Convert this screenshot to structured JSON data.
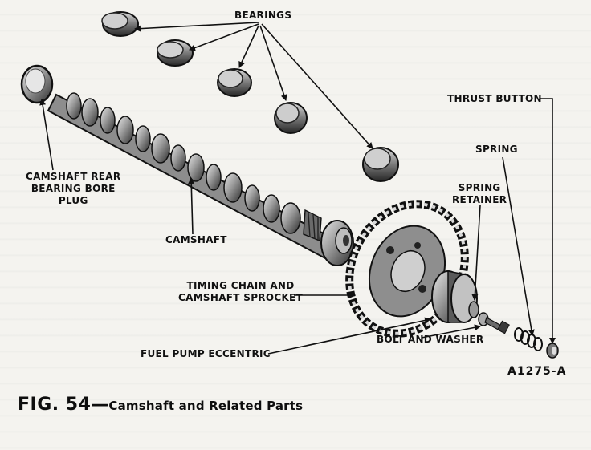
{
  "labels": {
    "bearings": "BEARINGS",
    "thrust_button": "THRUST BUTTON",
    "spring": "SPRING",
    "spring_retainer": [
      "SPRING",
      "RETAINER"
    ],
    "camshaft_rear_plug": [
      "CAMSHAFT REAR",
      "BEARING BORE",
      "PLUG"
    ],
    "camshaft": "CAMSHAFT",
    "timing_chain": [
      "TIMING CHAIN AND",
      "CAMSHAFT SPROCKET"
    ],
    "fuel_pump_eccentric": "FUEL PUMP ECCENTRIC",
    "bolt_and_washer": "BOLT AND WASHER"
  },
  "reference_code": "A1275-A",
  "caption": {
    "figure": "FIG. 54",
    "dash": "—",
    "title": "Camshaft and Related Parts"
  },
  "colors": {
    "ink": "#111111",
    "paper": "#f4f3ef",
    "metal_light": "#bdbdbd",
    "metal_dark": "#3a3a3a"
  }
}
